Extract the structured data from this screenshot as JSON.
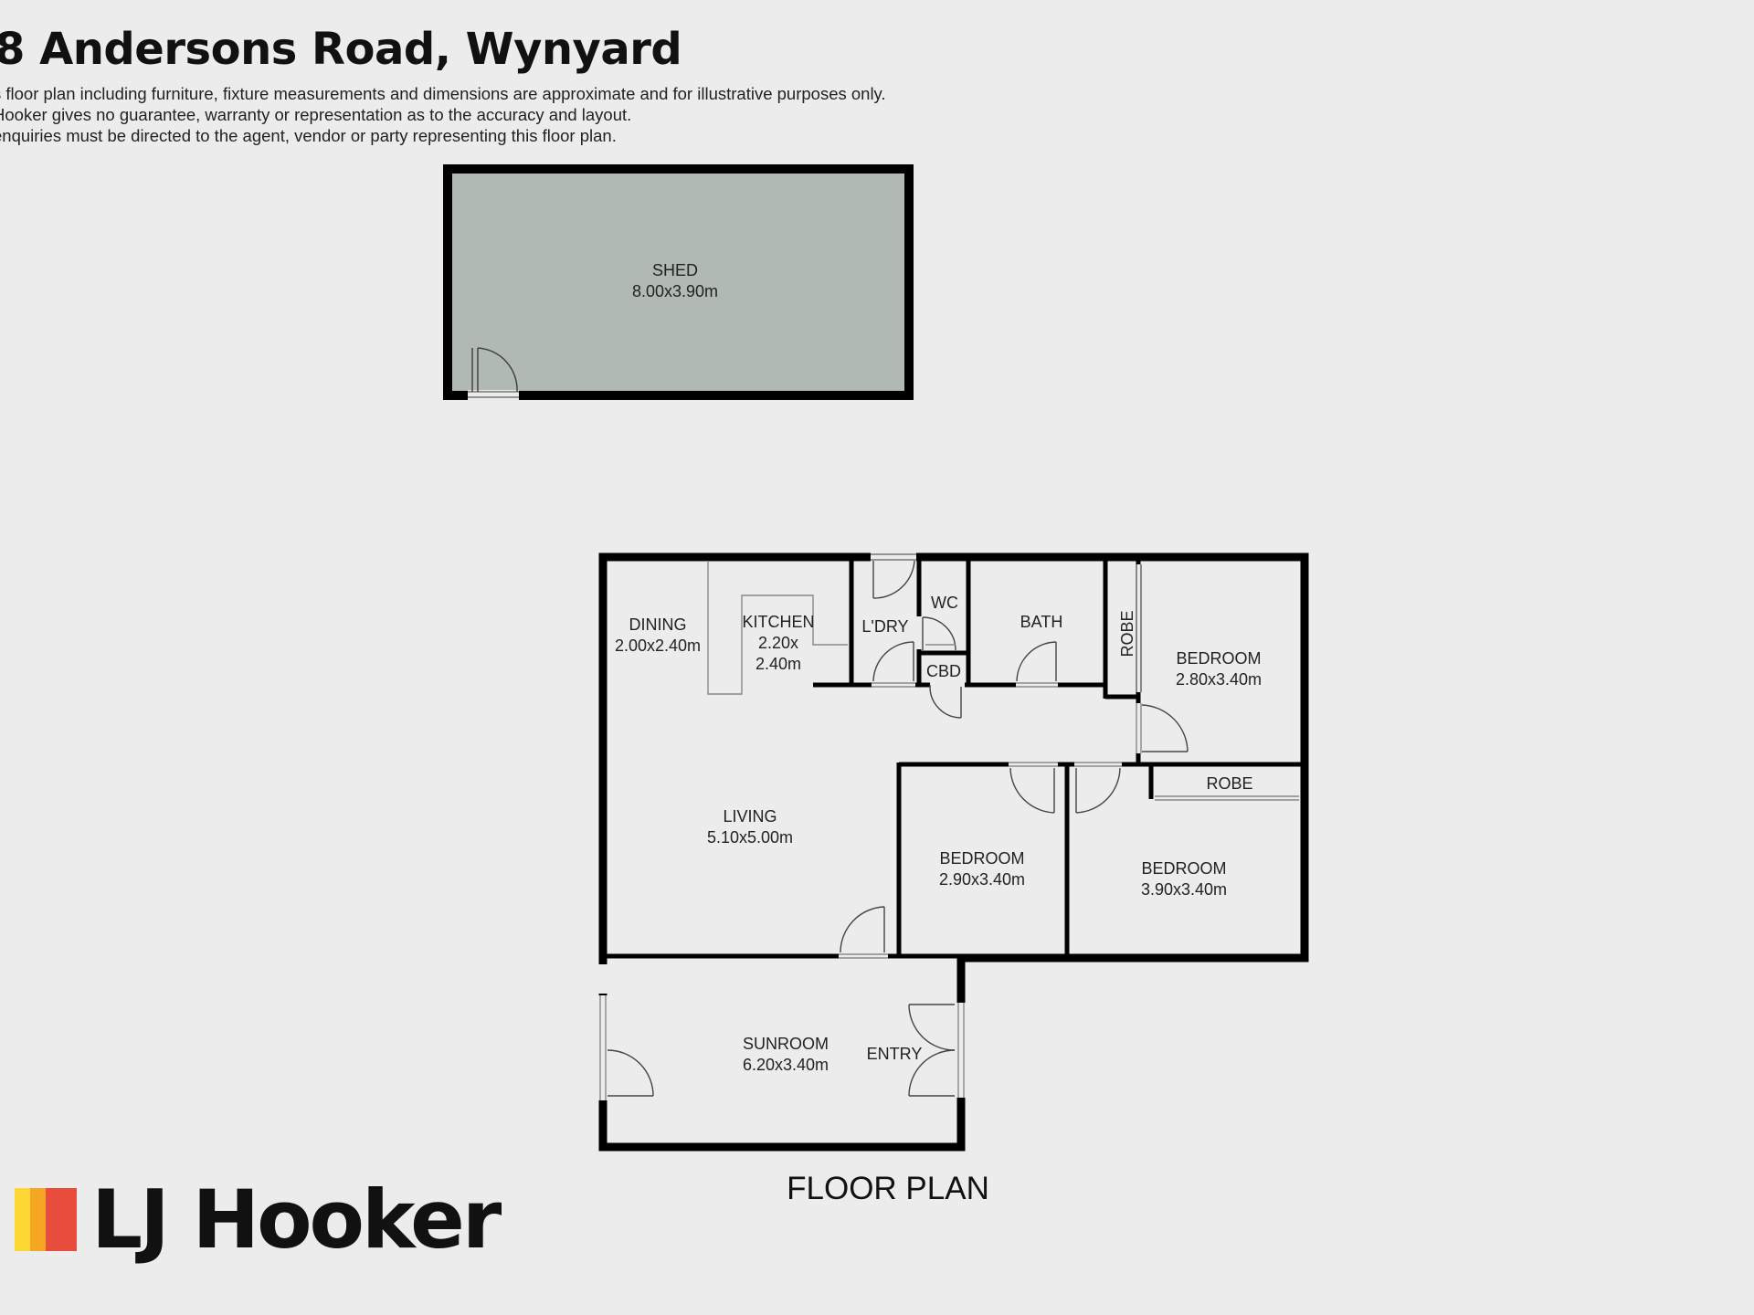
{
  "header": {
    "title": "8 Andersons Road, Wynyard",
    "disclaimer": [
      "s floor plan including furniture, fixture measurements and dimensions are approximate and for illustrative purposes only.",
      "Hooker gives no guarantee, warranty or representation as to the accuracy and layout.",
      "enquiries must be directed to the agent, vendor or party representing this floor plan."
    ]
  },
  "shed": {
    "name": "SHED",
    "size": "8.00x3.90m",
    "fill": "#b1bab2"
  },
  "rooms": {
    "dining": {
      "name": "DINING",
      "size": "2.00x2.40m"
    },
    "kitchen": {
      "name": "KITCHEN",
      "size_line1": "2.20x",
      "size_line2": "2.40m"
    },
    "laundry": {
      "name": "L'DRY"
    },
    "wc": {
      "name": "WC"
    },
    "cbd": {
      "name": "CBD"
    },
    "bath": {
      "name": "BATH"
    },
    "robe_1": {
      "name": "ROBE"
    },
    "bedroom_1": {
      "name": "BEDROOM",
      "size": "2.80x3.40m"
    },
    "robe_2": {
      "name": "ROBE"
    },
    "living": {
      "name": "LIVING",
      "size": "5.10x5.00m"
    },
    "bedroom_2": {
      "name": "BEDROOM",
      "size": "2.90x3.40m"
    },
    "bedroom_3": {
      "name": "BEDROOM",
      "size": "3.90x3.40m"
    },
    "sunroom": {
      "name": "SUNROOM",
      "size": "6.20x3.40m"
    },
    "entry": {
      "name": "ENTRY"
    }
  },
  "plan_label": "FLOOR PLAN",
  "brand": {
    "name": "LJ Hooker",
    "colors": [
      "#fdd835",
      "#f5a623",
      "#e84c3d"
    ]
  },
  "colors": {
    "wall": "#000000",
    "background": "#ececec",
    "fixture": "#8a8a8a"
  }
}
